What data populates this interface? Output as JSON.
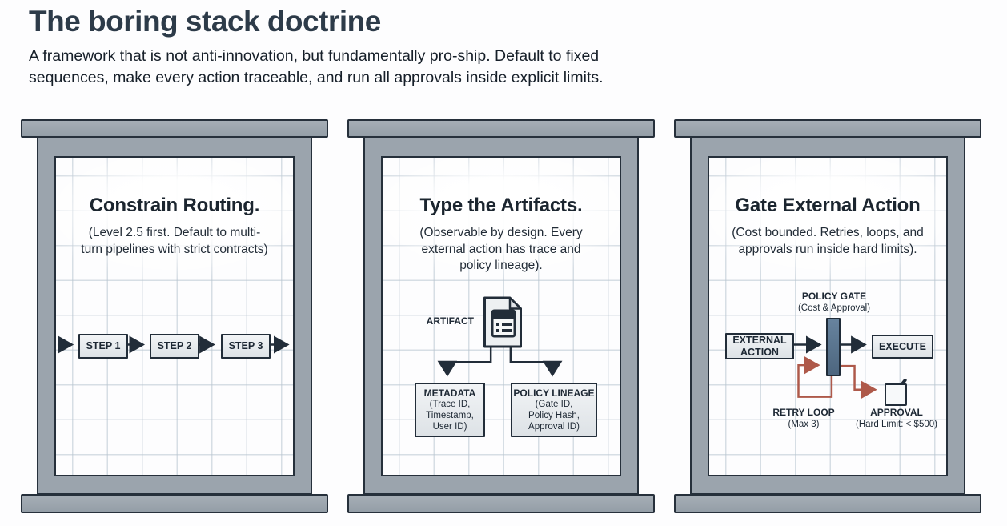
{
  "header": {
    "title": "The boring stack doctrine",
    "subtitle_line1": "A framework that is not anti-innovation, but fundamentally pro-ship. Default to fixed",
    "subtitle_line2": "sequences, make every action traceable, and run all approvals inside explicit limits."
  },
  "colors": {
    "frame_gray": "#9ba4ad",
    "outline_dark": "#26303b",
    "retry_red": "#ae594a",
    "gate_slate": "#5b768f",
    "grid_line": "#b7c4cf"
  },
  "panels": [
    {
      "heading": "Constrain Routing.",
      "subheading_lines": [
        "(Level 2.5 first. Default to multi-",
        "turn pipelines with strict contracts)"
      ],
      "steps": [
        "STEP 1",
        "STEP 2",
        "STEP 3"
      ]
    },
    {
      "heading": "Type the Artifacts.",
      "subheading_lines": [
        "(Observable by design. Every",
        "external action has trace and",
        "policy lineage)."
      ],
      "artifact_label": "ARTIFACT",
      "metadata_box": {
        "title": "METADATA",
        "lines": [
          "(Trace ID,",
          "Timestamp,",
          "User ID)"
        ]
      },
      "policy_lineage_box": {
        "title": "POLICY LINEAGE",
        "lines": [
          "(Gate ID,",
          "Policy Hash,",
          "Approval ID)"
        ]
      }
    },
    {
      "heading": "Gate External Action",
      "subheading_lines": [
        "(Cost bounded. Retries, loops, and",
        "approvals run inside hard limits)."
      ],
      "gate_label": "POLICY GATE",
      "gate_sublabel": "(Cost & Approval)",
      "input_line1": "EXTERNAL",
      "input_line2": "ACTION",
      "output_label": "EXECUTE",
      "retry_label": "RETRY LOOP",
      "retry_sublabel": "(Max 3)",
      "approval_label": "APPROVAL",
      "approval_sublabel": "(Hard Limit: < $500)"
    }
  ]
}
